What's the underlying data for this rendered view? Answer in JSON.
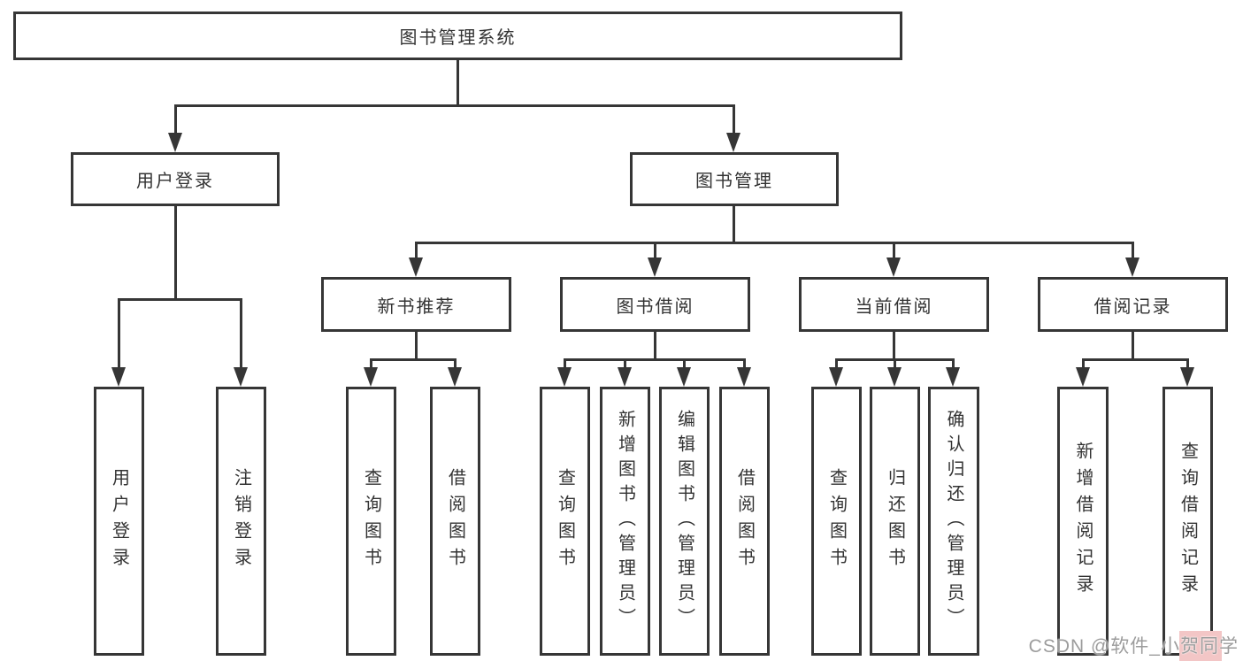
{
  "colors": {
    "line": "#363636",
    "box_fill": "#ffffff",
    "text": "#333333",
    "wm_text": "#9c9c9c",
    "wm_pink": "#f3c6c6",
    "bg": "#ffffff"
  },
  "tree": {
    "label": "图书管理系统",
    "children": [
      {
        "label": "用户登录",
        "children": [
          {
            "label": "用户登录"
          },
          {
            "label": "注销登录"
          }
        ]
      },
      {
        "label": "图书管理",
        "children": [
          {
            "label": "新书推荐",
            "children": [
              {
                "label": "查询图书"
              },
              {
                "label": "借阅图书"
              }
            ]
          },
          {
            "label": "图书借阅",
            "children": [
              {
                "label": "查询图书"
              },
              {
                "label": "新增图书（管理员）"
              },
              {
                "label": "编辑图书（管理员）"
              },
              {
                "label": "借阅图书"
              }
            ]
          },
          {
            "label": "当前借阅",
            "children": [
              {
                "label": "查询图书"
              },
              {
                "label": "归还图书"
              },
              {
                "label": "确认归还（管理员）"
              }
            ]
          },
          {
            "label": "借阅记录",
            "children": [
              {
                "label": "新增借阅记录"
              },
              {
                "label": "查询借阅记录"
              }
            ]
          }
        ]
      }
    ]
  },
  "watermark": {
    "text": "CSDN @软件_小贺同学"
  }
}
